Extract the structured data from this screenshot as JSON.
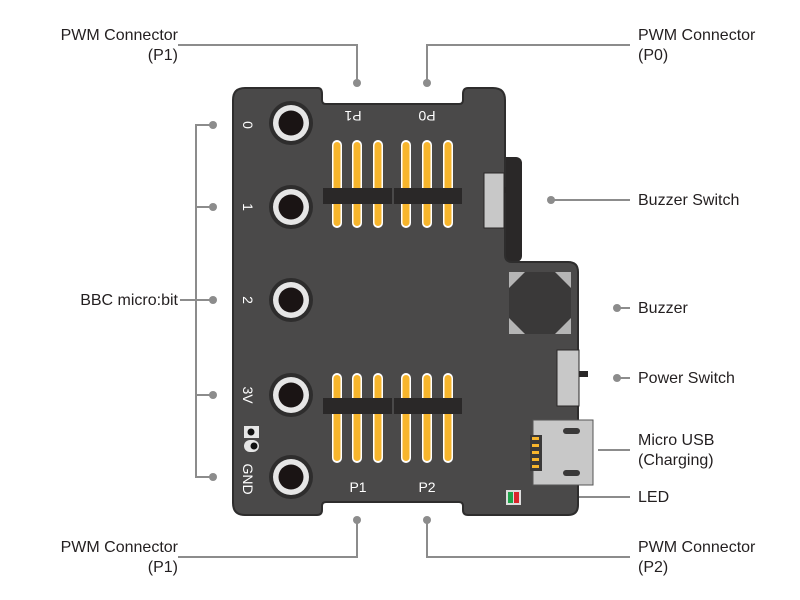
{
  "colors": {
    "board": "#4a4949",
    "pin": "#f7b52c",
    "line": "#8c8c8c",
    "led_green": "#1fa34a",
    "led_red": "#d9262b"
  },
  "callouts": {
    "top_left": [
      "PWM Connector",
      "(P1)"
    ],
    "top_right": [
      "PWM Connector",
      "(P0)"
    ],
    "bottom_left": [
      "PWM Connector",
      "(P1)"
    ],
    "bottom_right": [
      "PWM Connector",
      "(P2)"
    ],
    "buzzer_switch": "Buzzer Switch",
    "buzzer": "Buzzer",
    "power_switch": "Power Switch",
    "micro_usb": [
      "Micro USB",
      "(Charging)"
    ],
    "led": "LED",
    "microbit": "BBC micro:bit"
  },
  "board": {
    "edge_pins": [
      "0",
      "1",
      "2",
      "3V",
      "GND"
    ],
    "header_top": [
      "P1",
      "P0"
    ],
    "header_bottom": [
      "P1",
      "P2"
    ]
  }
}
